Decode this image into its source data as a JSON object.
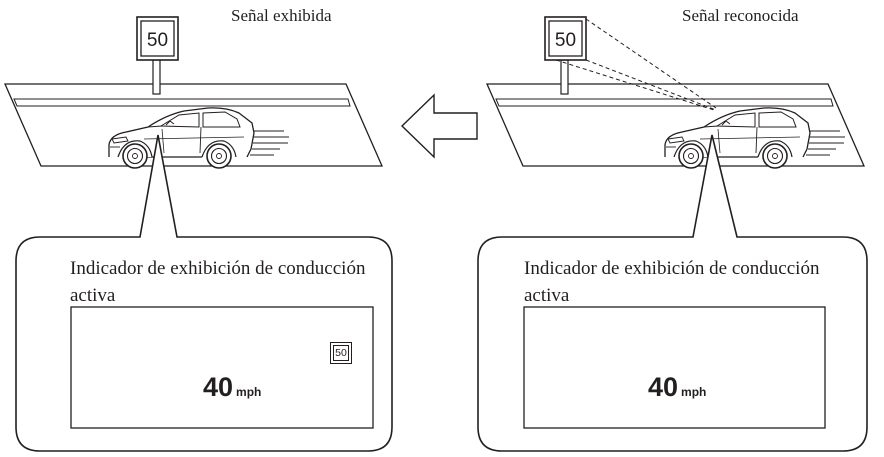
{
  "left_panel": {
    "sign_label": "Señal exhibida",
    "road_sign_value": "50",
    "callout_title": "Indicador de exhibición de conducción activa",
    "display": {
      "speed_value": "40",
      "speed_unit": "mph",
      "sign_icon_value": "50"
    }
  },
  "right_panel": {
    "sign_label": "Señal reconocida",
    "road_sign_value": "50",
    "callout_title": "Indicador de exhibición de conducción activa",
    "display": {
      "speed_value": "40",
      "speed_unit": "mph"
    }
  },
  "arrow_direction": "left",
  "colors": {
    "line": "#231f20",
    "background": "#ffffff"
  }
}
